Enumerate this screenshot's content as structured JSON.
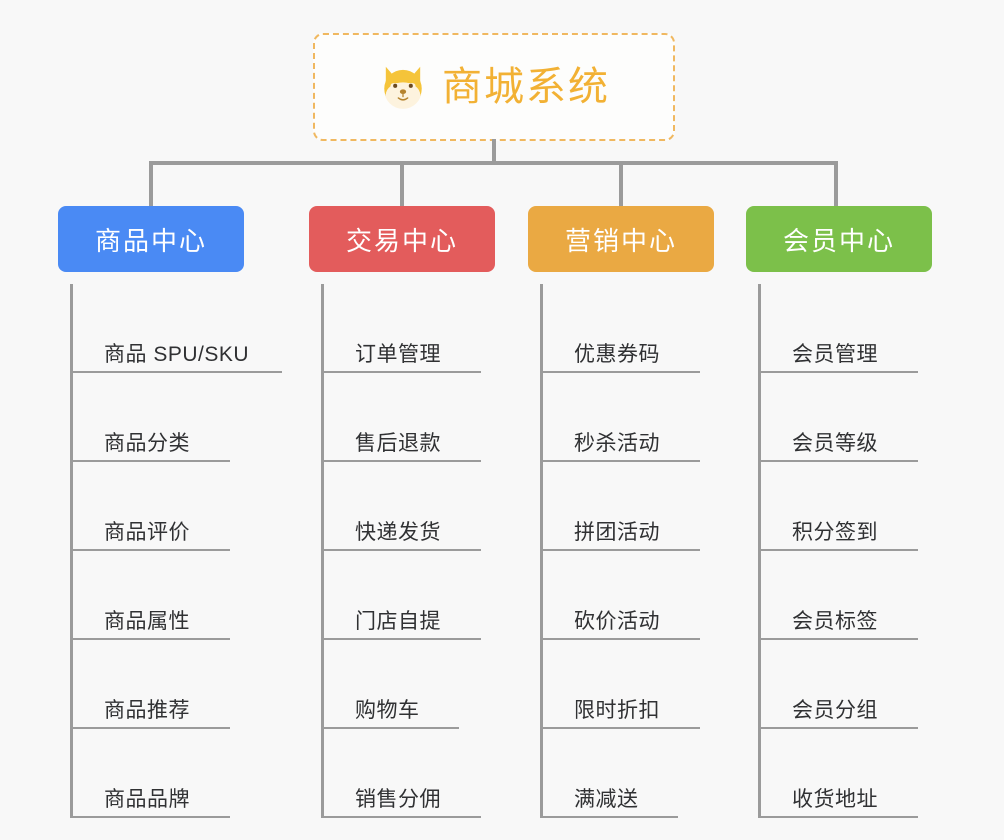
{
  "root": {
    "title": "商城系统",
    "icon": "shiba-dog-icon",
    "border_color": "#f0b860",
    "text_color": "#f2b134"
  },
  "canvas": {
    "background_color": "#f8f8f8",
    "connector_color": "#9b9b9b"
  },
  "branches": [
    {
      "label": "商品中心",
      "color": "#4a8af4",
      "items": [
        "商品 SPU/SKU",
        "商品分类",
        "商品评价",
        "商品属性",
        "商品推荐",
        "商品品牌"
      ]
    },
    {
      "label": "交易中心",
      "color": "#e35c5c",
      "items": [
        "订单管理",
        "售后退款",
        "快递发货",
        "门店自提",
        "购物车",
        "销售分佣"
      ]
    },
    {
      "label": "营销中心",
      "color": "#eaa943",
      "items": [
        "优惠券码",
        "秒杀活动",
        "拼团活动",
        "砍价活动",
        "限时折扣",
        "满减送"
      ]
    },
    {
      "label": "会员中心",
      "color": "#7cc04a",
      "items": [
        "会员管理",
        "会员等级",
        "积分签到",
        "会员标签",
        "会员分组",
        "收货地址"
      ]
    }
  ]
}
